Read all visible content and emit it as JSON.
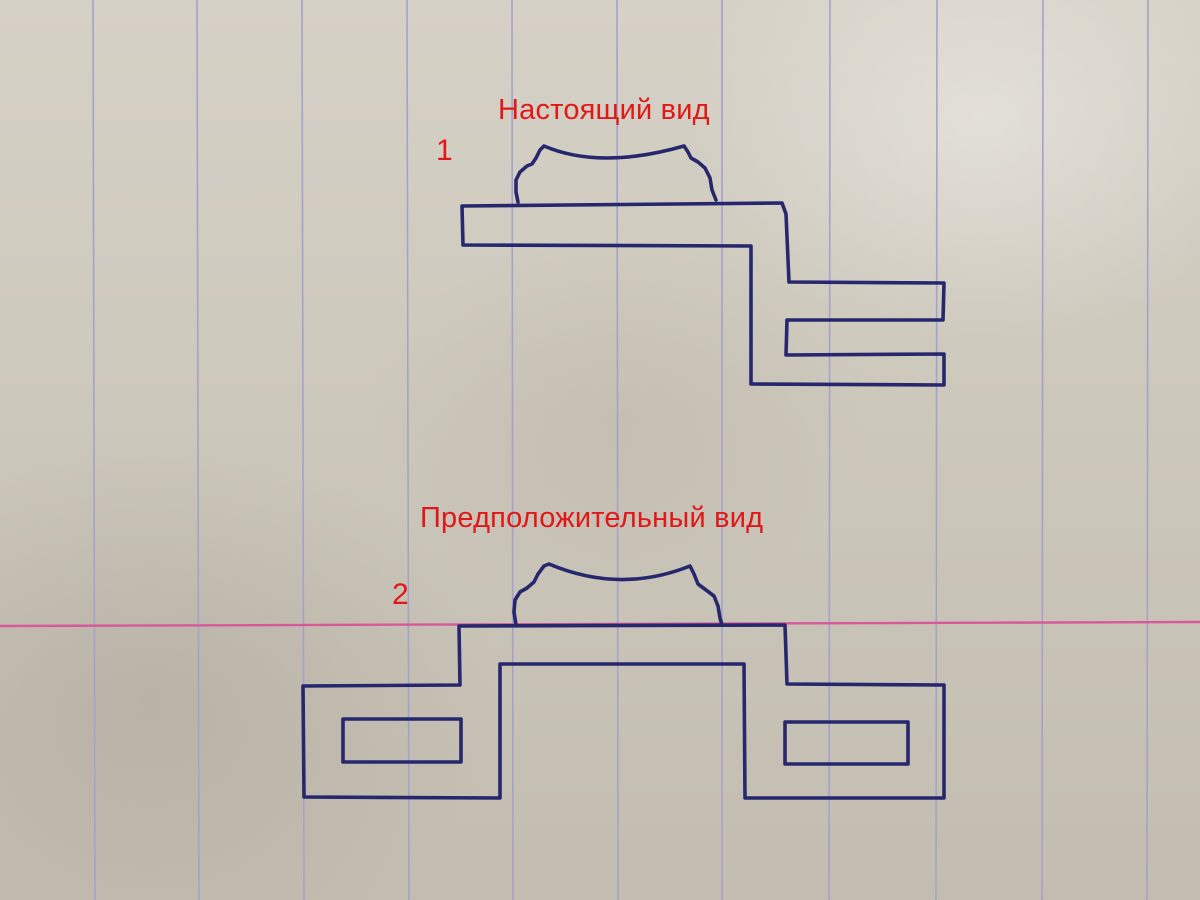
{
  "colors": {
    "ink": "#27276e",
    "label": "#e21818",
    "ruled_line": "#a4a2cc",
    "margin_line": "#d9589a"
  },
  "figure_1": {
    "number": "1",
    "title": "Настоящий вид"
  },
  "figure_2": {
    "number": "2",
    "title": "Предположительный вид"
  }
}
